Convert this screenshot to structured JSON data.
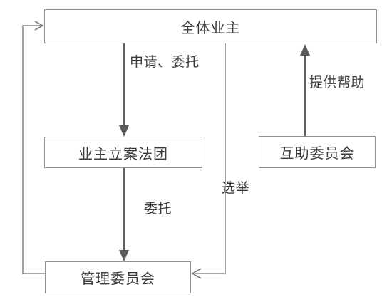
{
  "nodes": {
    "all_owners": "全体业主",
    "case_team": "业主立案法团",
    "mutual_aid_committee": "互助委员会",
    "management_committee": "管理委员会"
  },
  "edges": {
    "apply_entrust": "申请、委托",
    "entrust": "委托",
    "elect": "选举",
    "provide_help": "提供帮助"
  }
}
